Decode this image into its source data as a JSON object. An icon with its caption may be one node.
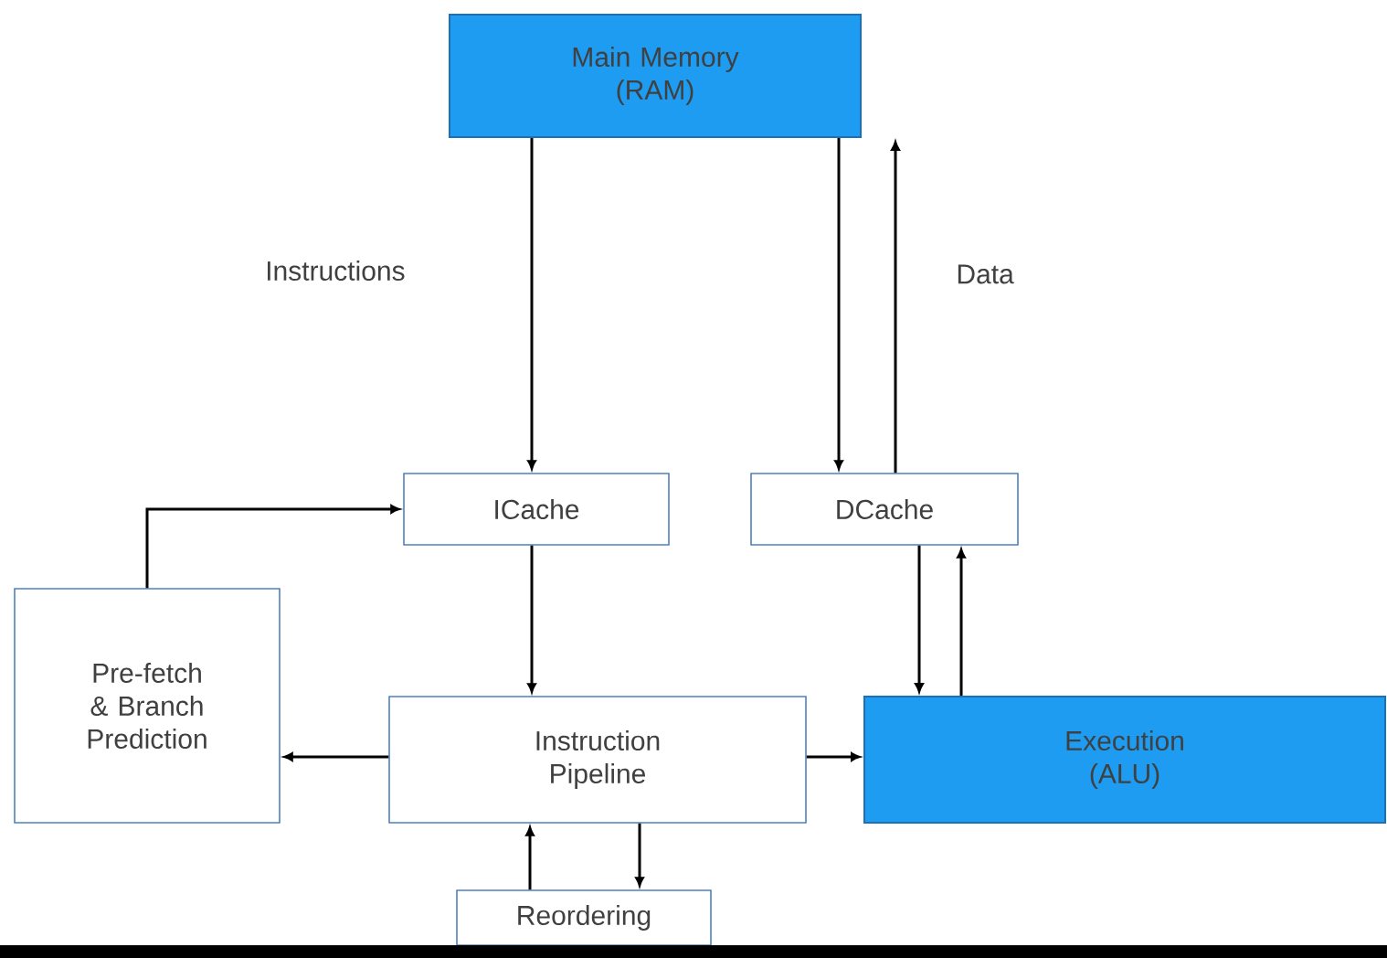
{
  "diagram": {
    "nodes": [
      {
        "text": [
          "Main Memory (RAM)"
        ]
      },
      {
        "text": [
          "ICache"
        ]
      },
      {
        "text": [
          "DCache"
        ]
      },
      {
        "text": [
          "Pre-fetch & Branch Prediction"
        ]
      },
      {
        "text": [
          "Instruction Pipeline"
        ]
      },
      {
        "text": [
          "Execution (ALU)"
        ]
      },
      {
        "text": [
          "Reordering"
        ]
      }
    ],
    "edges": [
      {
        "from": 0,
        "to": 1,
        "arrow": "to",
        "label": "Instructions"
      },
      {
        "from": 0,
        "to": 2,
        "arrow": "to"
      },
      {
        "from": 2,
        "to": 0,
        "arrow": "to",
        "label": "Data"
      },
      {
        "from": 1,
        "to": 4,
        "arrow": "to"
      },
      {
        "from": 2,
        "to": 5,
        "arrow": "to"
      },
      {
        "from": 5,
        "to": 2,
        "arrow": "to"
      },
      {
        "from": 4,
        "to": 3,
        "arrow": "to"
      },
      {
        "from": 4,
        "to": 5,
        "arrow": "to"
      },
      {
        "from": 3,
        "to": 1,
        "arrow": "to"
      },
      {
        "from": 6,
        "to": 4,
        "arrow": "to"
      },
      {
        "from": 4,
        "to": 6,
        "arrow": "to"
      }
    ]
  }
}
